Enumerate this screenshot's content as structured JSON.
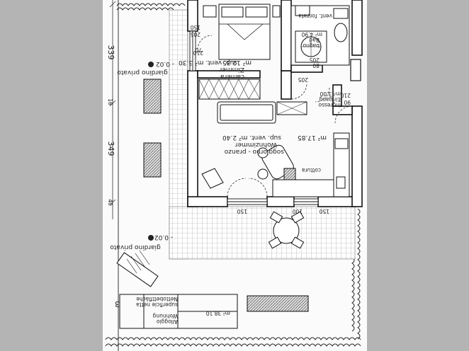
{
  "labels": {
    "dim_top": "339",
    "dim_mid": "349",
    "dim_bot": "40",
    "dim_top_edge": "16",
    "giardino_top_name": "giardino privato",
    "giardino_top_level": "- 0.02",
    "giardino_bot_name": "giardino privato",
    "giardino_bot_level": "- 0.02",
    "camera_name": "camera",
    "camera_de": "Zimmer",
    "camera_area": "m² 12.35",
    "camera_vent": "sup. vent. m² 3.30",
    "bagno_name": "bagno",
    "bagno_de": "Bad",
    "bagno_area": "m² 4.90",
    "bagno_vent": "vent. forzata",
    "ingresso_name": "ingresso",
    "ingresso_de": "Eingang",
    "ingresso_area": "m² 3.00",
    "soggiorno_name": "soggiorno - pranzo",
    "soggiorno_de": "Wohnzimmer",
    "soggiorno_area": "m² 17.85",
    "soggiorno_vent": "sup. vent. m² 2.40",
    "cottura": "cottura",
    "door_h1": "205",
    "door_h2": "205",
    "door_w1": "90",
    "door_w2": "80",
    "door_w3": "70",
    "door_w4": "210",
    "door_w5": "205",
    "door_w6": "150",
    "door_w7": "210",
    "window_w1": "150",
    "window_w2": "100",
    "window_w3": "150",
    "table_unit": "3",
    "table_title_1": "Alloggio",
    "table_title_2": "Wohnung",
    "table_area_1": "superficie netta",
    "table_area_2": "Nettobettfläche",
    "table_area_val": "m² 38.10"
  }
}
